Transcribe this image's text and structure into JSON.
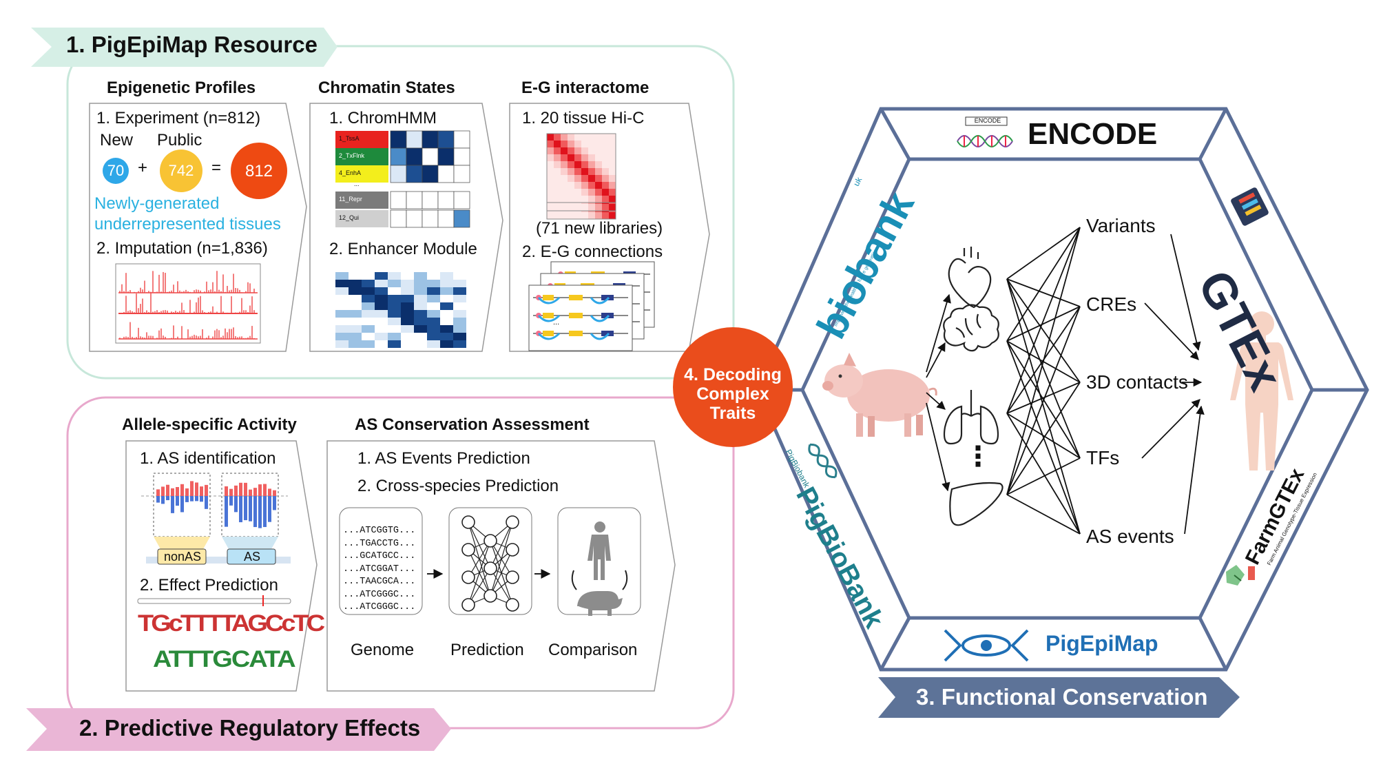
{
  "section1": {
    "banner": "1. PigEpiMap Resource",
    "epigenetic": {
      "heading": "Epigenetic Profiles",
      "experiment": "1. Experiment (n=812)",
      "new_label": "New",
      "public_label": "Public",
      "new_count": "70",
      "plus": "+",
      "public_count": "742",
      "equals": "=",
      "total": "812",
      "note_line1": "Newly-generated",
      "note_line2": "underrepresented tissues",
      "imputation": "2. Imputation (n=1,836)"
    },
    "chromatin": {
      "heading": "Chromatin States",
      "chromhmm": "1. ChromHMM",
      "states": [
        "1_TssA",
        "2_TxFlnk",
        "4_EnhA",
        "11_Repr",
        "12_Qui"
      ],
      "ellipsis": "...",
      "enhancer_module": "2. Enhancer Module"
    },
    "eg": {
      "heading": "E-G interactome",
      "hic": "1. 20 tissue Hi-C",
      "libraries": "(71 new libraries)",
      "connections": "2. E-G connections",
      "ellipsis": "..."
    }
  },
  "section2": {
    "banner": "2. Predictive Regulatory Effects",
    "allele": {
      "heading": "Allele-specific Activity",
      "as_identification": "1. AS identification",
      "nonas": "nonAS",
      "as": "AS",
      "effect_prediction": "2. Effect Prediction",
      "logo_top": "TGcTTTTAGCcTC",
      "logo_bottom": "ATTTGCATA"
    },
    "conservation": {
      "heading": "AS Conservation Assessment",
      "step1": "1. AS Events Prediction",
      "step2": "2. Cross-species Prediction",
      "sequences": [
        "...ATCGGTG...",
        "...TGACCTG...",
        "...GCATGCC...",
        "...ATCGGAT...",
        "...TAACGCA...",
        "...ATCGGGC...",
        "...ATCGGGC..."
      ],
      "label_genome": "Genome",
      "label_prediction": "Prediction",
      "label_comparison": "Comparison"
    }
  },
  "section3": {
    "banner": "3. Functional Conservation",
    "encode_small": "ENCODE",
    "encode": "ENCODE",
    "gtex": "GTEx",
    "farmgtex": "FarmGTEx",
    "farmgtex_sub": "Farm Animal Genotype-Tissue Expression",
    "pigepimap": "PigEpiMap",
    "pigbiobank": "PigBioBank",
    "pigbiobank_small": "PigBiobank",
    "biobank": "biobank",
    "biobank_uk": "uk",
    "biobank_sub": "Improving the health of future generations",
    "features": [
      "Variants",
      "CREs",
      "3D contacts",
      "TFs",
      "AS events"
    ],
    "organ_ellipsis": "⋮"
  },
  "section4": {
    "line1": "4. Decoding",
    "line2": "Complex",
    "line3": "Traits"
  },
  "colors": {
    "section1_banner": "#d6efe6",
    "section1_border": "#c7e7da",
    "section2_banner": "#eab6d6",
    "section2_border": "#e8a8cc",
    "section3_banner": "#5d7398",
    "hexagon": "#5b6f98",
    "center_circle": "#ea4d1c",
    "circle_new": "#2ea7e8",
    "circle_public": "#f8c334",
    "circle_total": "#ee4a12",
    "cyan_text": "#2ab1e0"
  }
}
